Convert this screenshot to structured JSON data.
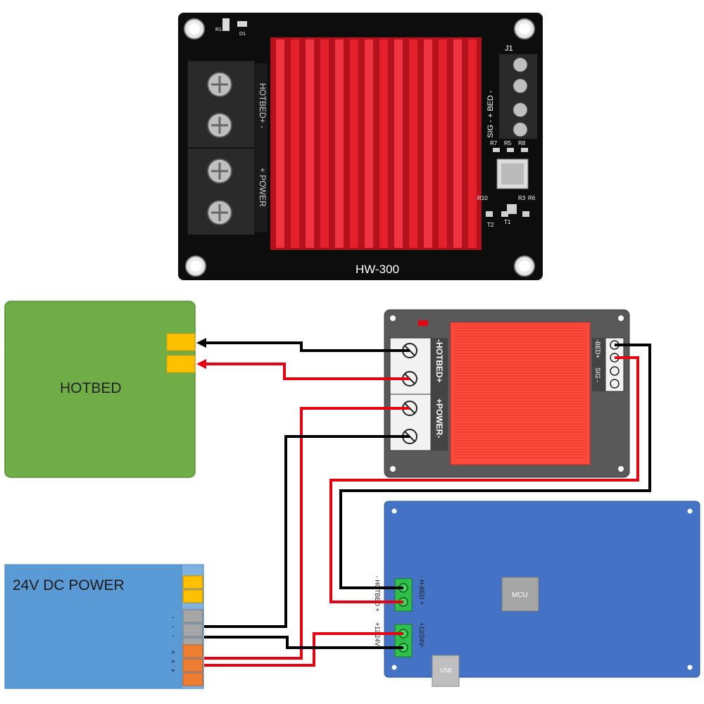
{
  "photo": {
    "board_label": "HW-300",
    "terminal_left_top": "HOTBED+ -",
    "terminal_left_bottom": "+ POWER",
    "j1_label": "J1",
    "signal_block": "SIG - + BED -",
    "parts": [
      "R7",
      "R5",
      "R8",
      "R10",
      "R3",
      "R6",
      "T2",
      "T1",
      "R1",
      "D1"
    ]
  },
  "hotbed": {
    "label": "HOTBED"
  },
  "power_supply": {
    "label": "24V DC POWER",
    "minus_marks": [
      "-",
      "-",
      "-"
    ],
    "plus_marks": [
      "+",
      "+",
      "+"
    ]
  },
  "module": {
    "hotbed_label": "-HOTBED+",
    "power_label": "+POWER-",
    "bed_label": "-BED+",
    "sig_label": "SIG -"
  },
  "controller": {
    "mcu_label": "MCU",
    "usb_label": "USB",
    "hbed_left": "- HOTBED +",
    "hbed_right": "- H-BED +",
    "pwr_left": "+12/24V-",
    "pwr_right": "+12/24V-"
  },
  "colors": {
    "hotbed_green": "#6fad47",
    "connector_yellow": "#ffc000",
    "psu_blue": "#5b9bd5",
    "module_gray": "#595959",
    "heatsink_red": "#ff4a3d",
    "mcu_blue": "#4472c4",
    "wire_red": "#e60012",
    "wire_black": "#000000",
    "terminal_green": "#2fbf4a"
  }
}
